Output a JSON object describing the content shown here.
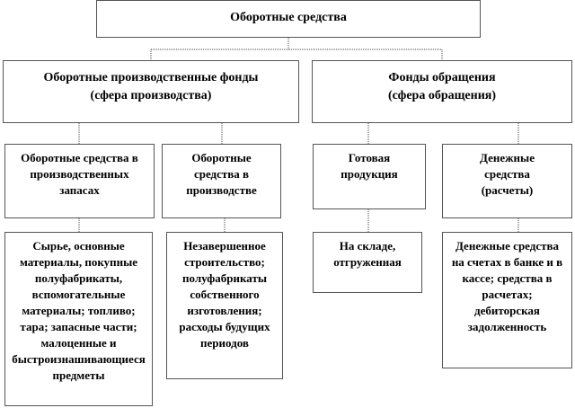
{
  "root": "Оборотные средства",
  "level2": [
    {
      "line1": "Оборотные производственные фонды",
      "line2": "(сфера производства)"
    },
    {
      "line1": "Фонды обращения",
      "line2": "(сфера обращения)"
    }
  ],
  "level3": [
    "Оборотные средства в производственных запасах",
    "Оборотные средства в производстве",
    "Готовая продукция",
    "Денежные средства (расчеты)"
  ],
  "level4": [
    "Сырье, основные материалы, покупные полуфабрикаты, вспомогательные материалы; топливо; тара; запасные части; малоценные и быстроизнашивающиеся предметы",
    "Незавершенное строительство; полуфабрикаты собственного изготовления; расходы будущих периодов",
    "На складе, отгруженная",
    "Денежные средства на счетах в банке и в кассе; средства в расчетах; дебиторская задолженность"
  ]
}
